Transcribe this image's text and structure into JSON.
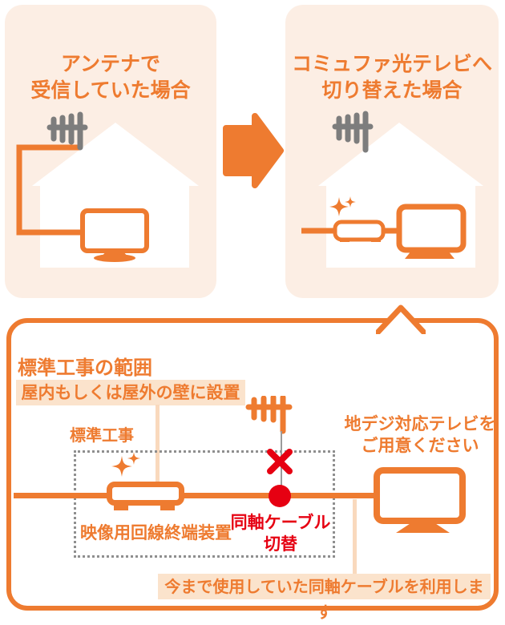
{
  "colors": {
    "orange": "#ee7b30",
    "panel_bg": "#fceee4",
    "tag_bg": "#fbe3cc",
    "pale_connector": "#f9d9bd",
    "red": "#e60012",
    "antenna_gray": "#7d7d7d",
    "dotted_gray": "#8f8f8f",
    "house_white": "#ffffff"
  },
  "panels": {
    "before": {
      "title_line1": "アンテナで",
      "title_line2": "受信していた場合"
    },
    "after": {
      "title_line1": "コミュファ光テレビへ",
      "title_line2": "切り替えた場合"
    }
  },
  "bubble": {
    "title": "標準工事の範囲",
    "wall_label": "屋内もしくは屋外の壁に設置",
    "standard_work_label": "標準工事",
    "onu_label": "映像用回線終端装置",
    "coax_switch_line1": "同軸ケーブル",
    "coax_switch_line2": "切替",
    "tv_ready_line1": "地デジ対応テレビを",
    "tv_ready_line2": "ご用意ください",
    "reuse_label": "今まで使用していた同軸ケーブルを利用します"
  }
}
